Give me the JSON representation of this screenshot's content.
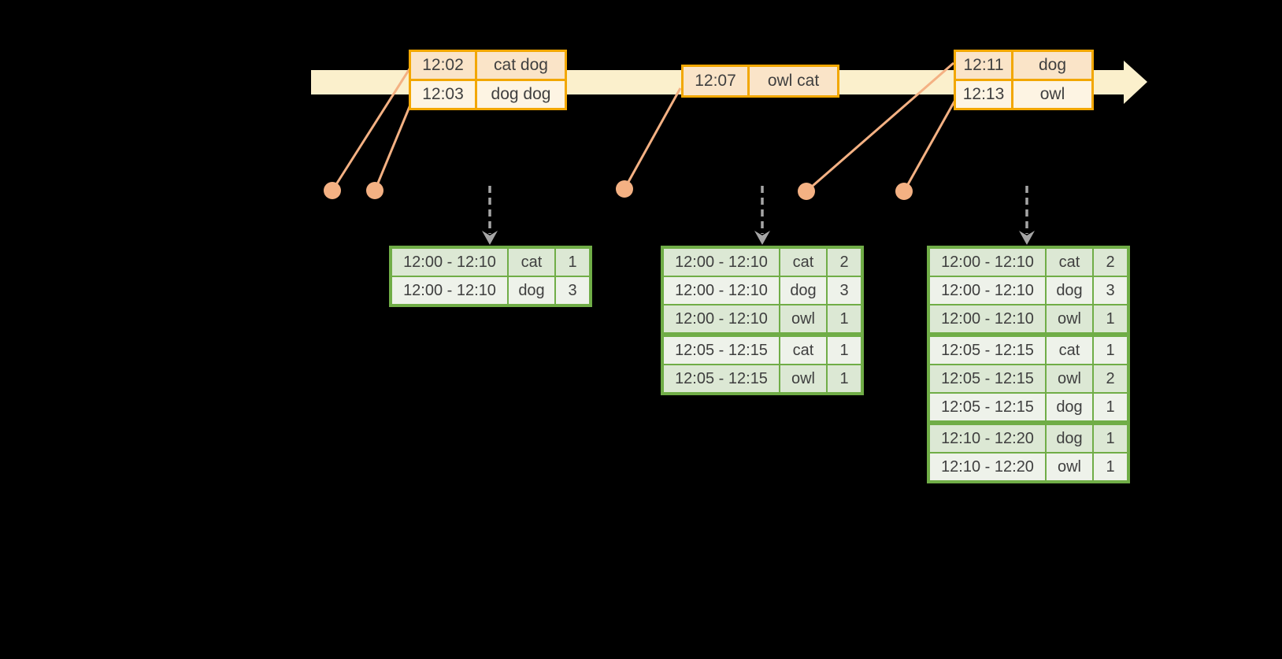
{
  "palette": {
    "background": "#000000",
    "timeline-band": "#FBF0CC",
    "event-border": "#F2A702",
    "event-row-dark": "#FAE4C8",
    "event-row-light": "#FDF4E3",
    "result-border": "#70AD47",
    "result-row-dark": "#DCE8D4",
    "result-row-light": "#EEF2EA",
    "connector": "#F4B183",
    "trigger-arrow": "#A6A6A6",
    "text": "#3F3F3F"
  },
  "event_tables": [
    {
      "rows": [
        {
          "cells": [
            "12:02",
            "cat dog"
          ],
          "shade": "dark"
        },
        {
          "cells": [
            "12:03",
            "dog dog"
          ],
          "shade": "light"
        }
      ]
    },
    {
      "rows": [
        {
          "cells": [
            "12:07",
            "owl cat"
          ],
          "shade": "dark"
        }
      ]
    },
    {
      "rows": [
        {
          "cells": [
            "12:11",
            "dog"
          ],
          "shade": "dark"
        },
        {
          "cells": [
            "12:13",
            "owl"
          ],
          "shade": "light"
        }
      ]
    }
  ],
  "result_tables": [
    {
      "rows": [
        {
          "cells": [
            "12:00 - 12:10",
            "cat",
            "1"
          ],
          "shade": "dark"
        },
        {
          "cells": [
            "12:00 - 12:10",
            "dog",
            "3"
          ],
          "shade": "light"
        }
      ]
    },
    {
      "rows": [
        {
          "cells": [
            "12:00 - 12:10",
            "cat",
            "2"
          ],
          "shade": "dark"
        },
        {
          "cells": [
            "12:00 - 12:10",
            "dog",
            "3"
          ],
          "shade": "light"
        },
        {
          "cells": [
            "12:00 - 12:10",
            "owl",
            "1"
          ],
          "shade": "dark"
        },
        {
          "cells": [
            "12:05 - 12:15",
            "cat",
            "1"
          ],
          "shade": "light",
          "group_start": true
        },
        {
          "cells": [
            "12:05 - 12:15",
            "owl",
            "1"
          ],
          "shade": "dark"
        }
      ]
    },
    {
      "rows": [
        {
          "cells": [
            "12:00 - 12:10",
            "cat",
            "2"
          ],
          "shade": "dark"
        },
        {
          "cells": [
            "12:00 - 12:10",
            "dog",
            "3"
          ],
          "shade": "light"
        },
        {
          "cells": [
            "12:00 - 12:10",
            "owl",
            "1"
          ],
          "shade": "dark"
        },
        {
          "cells": [
            "12:05 - 12:15",
            "cat",
            "1"
          ],
          "shade": "light",
          "group_start": true
        },
        {
          "cells": [
            "12:05 - 12:15",
            "owl",
            "2"
          ],
          "shade": "dark"
        },
        {
          "cells": [
            "12:05 - 12:15",
            "dog",
            "1"
          ],
          "shade": "light"
        },
        {
          "cells": [
            "12:10 - 12:20",
            "dog",
            "1"
          ],
          "shade": "dark",
          "group_start": true
        },
        {
          "cells": [
            "12:10 - 12:20",
            "owl",
            "1"
          ],
          "shade": "light"
        }
      ]
    }
  ]
}
